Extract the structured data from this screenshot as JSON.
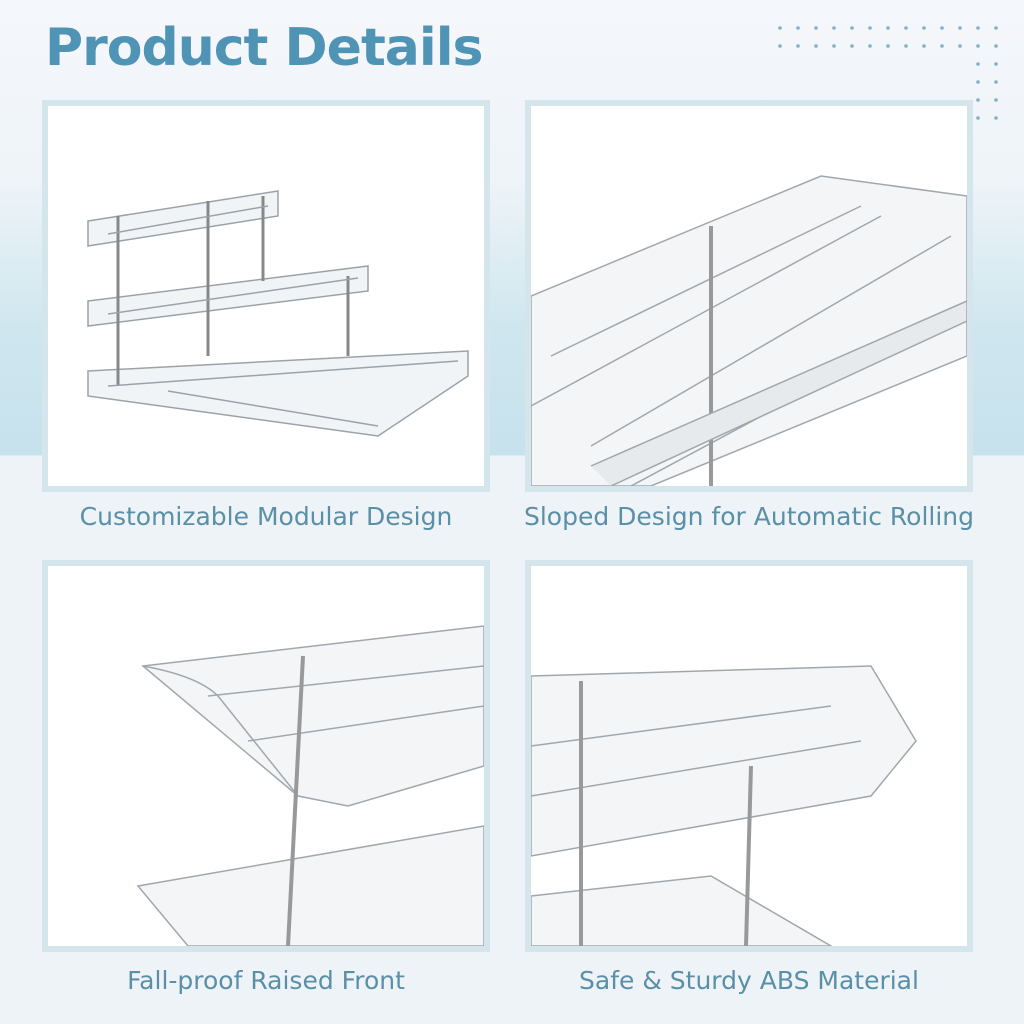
{
  "title": "Product Details",
  "accent_color": "#4f93b5",
  "panels": [
    {
      "caption": "Customizable Modular Design",
      "image": "three-tier-modular-tray-organizer"
    },
    {
      "caption": "Sloped Design for Automatic Rolling",
      "image": "sloped-tray-closeup"
    },
    {
      "caption": "Fall-proof Raised Front",
      "image": "raised-front-tray-closeup"
    },
    {
      "caption": "Safe & Sturdy ABS Material",
      "image": "tray-with-support-pole-closeup"
    }
  ]
}
